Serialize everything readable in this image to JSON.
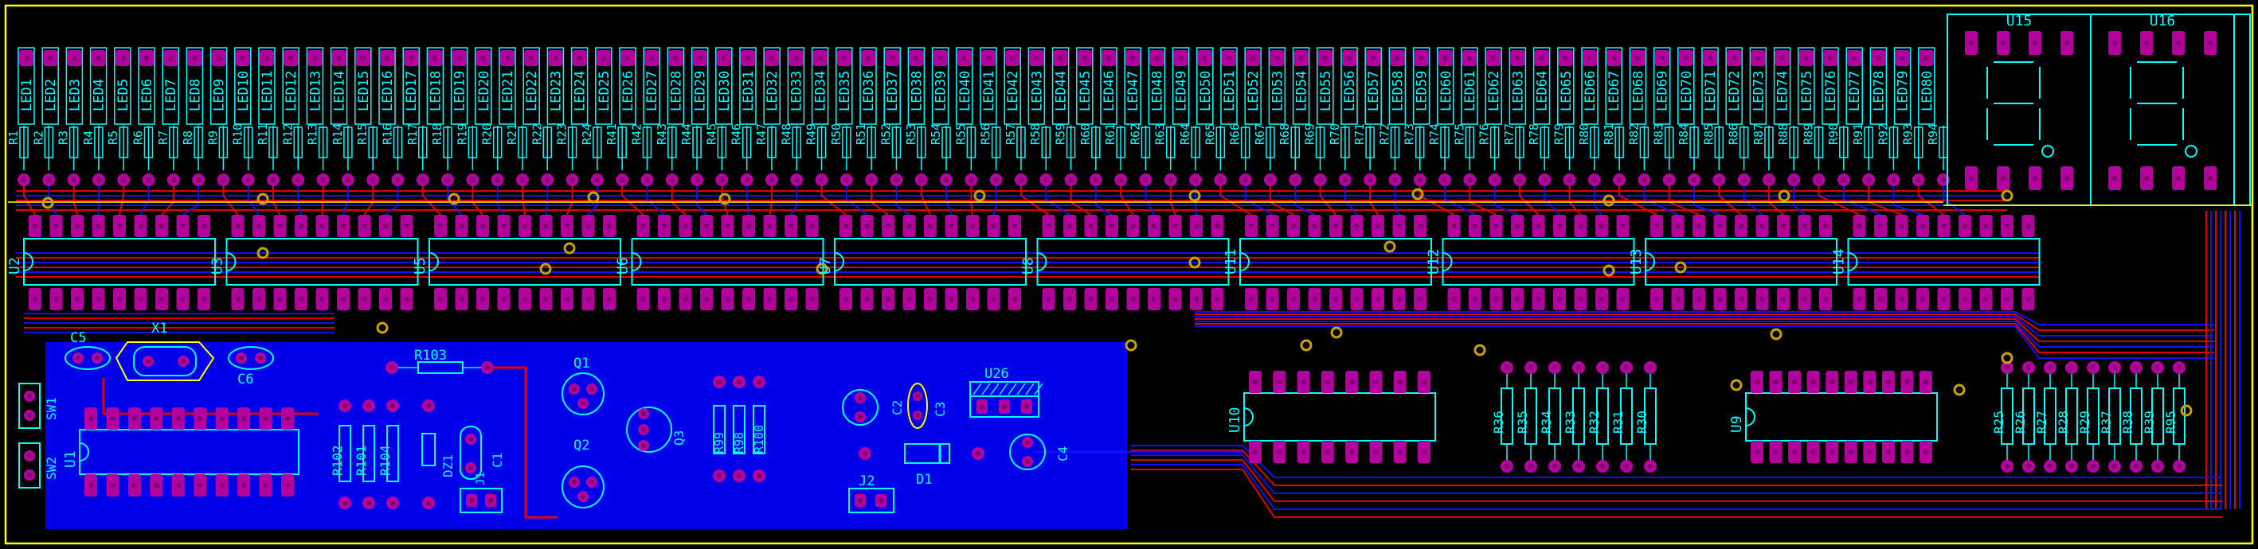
{
  "colors": {
    "background": "#000000",
    "outline": "#ffff00",
    "pad": "#b3009e",
    "silkscreen": "#00ffff",
    "copper_top": "#e00000",
    "copper_bottom": "#1010ff",
    "ground_plane": "#0000e8",
    "via": "#c8a000"
  },
  "leds": [
    "LED1",
    "LED2",
    "LED3",
    "LED4",
    "LED5",
    "LED6",
    "LED7",
    "LED8",
    "LED9",
    "LED10",
    "LED11",
    "LED12",
    "LED13",
    "LED14",
    "LED15",
    "LED16",
    "LED17",
    "LED18",
    "LED19",
    "LED20",
    "LED21",
    "LED22",
    "LED23",
    "LED24",
    "LED25",
    "LED26",
    "LED27",
    "LED28",
    "LED29",
    "LED30",
    "LED31",
    "LED32",
    "LED33",
    "LED34",
    "LED35",
    "LED36",
    "LED37",
    "LED38",
    "LED39",
    "LED40",
    "LED41",
    "LED42",
    "LED43",
    "LED44",
    "LED45",
    "LED46",
    "LED47",
    "LED48",
    "LED49",
    "LED50",
    "LED51",
    "LED52",
    "LED53",
    "LED54",
    "LED55",
    "LED56",
    "LED57",
    "LED58",
    "LED59",
    "LED60",
    "LED61",
    "LED62",
    "LED63",
    "LED64",
    "LED65",
    "LED66",
    "LED67",
    "LED68",
    "LED69",
    "LED70",
    "LED71",
    "LED72",
    "LED73",
    "LED74",
    "LED75",
    "LED76",
    "LED77",
    "LED78",
    "LED79",
    "LED80"
  ],
  "resistor_row": [
    "R1",
    "R2",
    "R3",
    "R4",
    "R5",
    "R6",
    "R7",
    "R8",
    "R9",
    "R10",
    "R11",
    "R12",
    "R13",
    "R14",
    "R15",
    "R16",
    "R17",
    "R18",
    "R19",
    "R20",
    "R21",
    "R22",
    "R23",
    "R24",
    "R41",
    "R42",
    "R43",
    "R44",
    "R45",
    "R46",
    "R47",
    "R48",
    "R49",
    "R50",
    "R51",
    "R52",
    "R53",
    "R54",
    "R55",
    "R56",
    "R57",
    "R58",
    "R59",
    "R60",
    "R61",
    "R62",
    "R63",
    "R64",
    "R65",
    "R66",
    "R67",
    "R68",
    "R69",
    "R70",
    "R71",
    "R72",
    "R73",
    "R74",
    "R75",
    "R76",
    "R77",
    "R78",
    "R79",
    "R80",
    "R81",
    "R82",
    "R83",
    "R84",
    "R85",
    "R86",
    "R87",
    "R88",
    "R89",
    "R90",
    "R91",
    "R92",
    "R93",
    "R94"
  ],
  "driver_ics": [
    "U2",
    "U3",
    "U5",
    "U6",
    "U7",
    "U8",
    "U11",
    "U12",
    "U13",
    "U14"
  ],
  "displays": [
    "U15",
    "U16"
  ],
  "mid_ics": [
    "U10",
    "U9"
  ],
  "resistor_group_a": [
    "R36",
    "R35",
    "R34",
    "R33",
    "R32",
    "R31",
    "R30"
  ],
  "resistor_group_b": [
    "R25",
    "R26",
    "R27",
    "R28",
    "R29",
    "R37",
    "R38",
    "R39",
    "R95"
  ],
  "left_section": {
    "mcu": "U1",
    "crystal": "X1",
    "cap_c5": "C5",
    "cap_c6": "C6",
    "cap_c1": "C1",
    "cap_c2": "C2",
    "cap_c3": "C3",
    "cap_c4": "C4",
    "switch1": "SW1",
    "switch2": "SW2",
    "r103": "R103",
    "r102": "R102",
    "r101": "R101",
    "r104": "R104",
    "zener": "DZ1",
    "connector_j1": "J1",
    "connector_j2": "J2",
    "q1": "Q1",
    "q2": "Q2",
    "q3": "Q3",
    "r99": "R99",
    "r98": "R98",
    "r100": "R100",
    "regulator": "U26",
    "diode": "D1"
  }
}
